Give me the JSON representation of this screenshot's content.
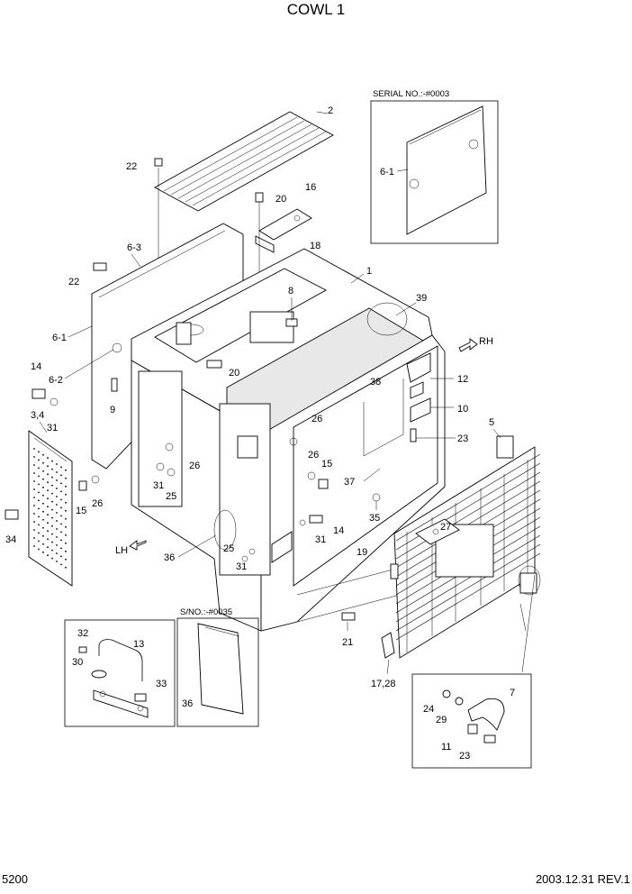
{
  "header": {
    "title": "COWL 1"
  },
  "footer": {
    "page_number": "5200",
    "revision": "2003.12.31  REV.1"
  },
  "insets": {
    "serial_top": "SERIAL NO.:-#0003",
    "serial_bottom": "S/NO.:-#0035"
  },
  "directions": {
    "right": "RH",
    "left": "LH"
  },
  "callouts": {
    "c1": "1",
    "c2": "2",
    "c3_4": "3,4",
    "c5": "5",
    "c6_1a": "6-1",
    "c6_1b": "6-1",
    "c6_2": "6-2",
    "c6_3": "6-3",
    "c7": "7",
    "c8": "8",
    "c9": "9",
    "c10": "10",
    "c11": "11",
    "c12": "12",
    "c13": "13",
    "c14a": "14",
    "c14b": "14",
    "c15a": "15",
    "c15b": "15",
    "c16": "16",
    "c17_28": "17,28",
    "c18": "18",
    "c19": "19",
    "c20a": "20",
    "c20b": "20",
    "c21": "21",
    "c22a": "22",
    "c22b": "22",
    "c23a": "23",
    "c23b": "23",
    "c24": "24",
    "c25a": "25",
    "c25b": "25",
    "c26a": "26",
    "c26b": "26",
    "c26c": "26",
    "c26d": "26",
    "c27": "27",
    "c29": "29",
    "c30": "30",
    "c31a": "31",
    "c31b": "31",
    "c31c": "31",
    "c31d": "31",
    "c32": "32",
    "c33": "33",
    "c34": "34",
    "c35": "35",
    "c36a": "36",
    "c36b": "36",
    "c37": "37",
    "c38": "38",
    "c39": "39"
  }
}
